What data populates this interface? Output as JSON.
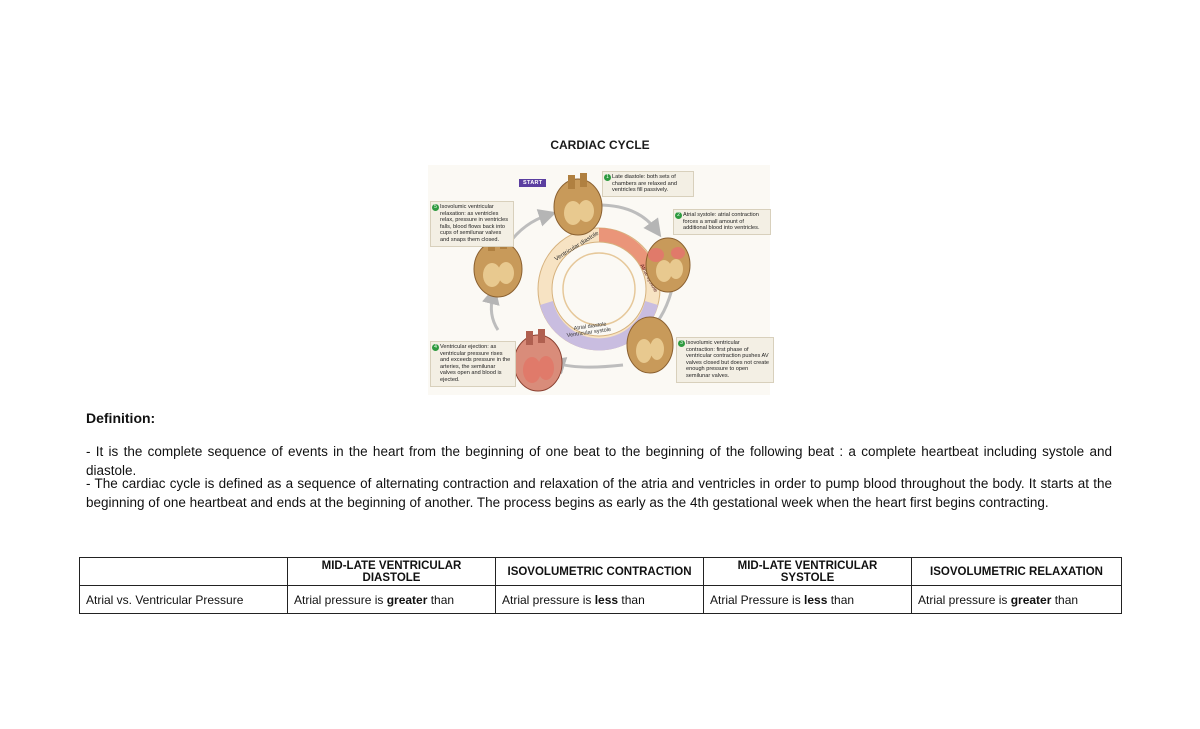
{
  "title": "CARDIAC CYCLE",
  "diagram": {
    "start_label": "START",
    "ring_labels": {
      "ventricular_diastole": "Ventricular diastole",
      "atrial_systole": "Atrial systole",
      "atrial_diastole": "Atrial diastole",
      "ventricular_systole": "Ventricular systole"
    },
    "steps": [
      {
        "num": "1",
        "text": "Late diastole: both sets of chambers are relaxed and ventricles fill passively."
      },
      {
        "num": "2",
        "text": "Atrial systole: atrial contraction forces a small amount of additional blood into ventricles."
      },
      {
        "num": "3",
        "text": "Isovolumic ventricular contraction: first phase of ventricular contraction pushes AV valves closed but does not create enough pressure to open semilunar valves."
      },
      {
        "num": "4",
        "text": "Ventricular ejection: as ventricular pressure rises and exceeds pressure in the arteries, the semilunar valves open and blood is ejected."
      },
      {
        "num": "5",
        "text": "Isovolumic ventricular relaxation: as ventricles relax, pressure in ventricles falls, blood flows back into cups of semilunar valves and snaps them closed."
      }
    ],
    "colors": {
      "heart": "#c89a5a",
      "contracting": "#e07a6a",
      "arrow": "#b5b5b5",
      "ring_outer": "#f2d3a6",
      "ring_purple": "#c9bde0"
    }
  },
  "definition": {
    "heading": "Definition:",
    "paragraphs": [
      "- It is the complete sequence of events in the heart from the beginning of one beat to the beginning of the following beat : a complete heartbeat including systole and diastole.",
      "- The cardiac cycle is defined as a sequence of alternating contraction and relaxation of the atria and ventricles in order to pump blood throughout the body. It starts at the beginning of one heartbeat and ends at the beginning of another. The process begins as early as the 4th gestational week when the heart first begins contracting."
    ]
  },
  "table": {
    "headers": [
      "",
      "MID-LATE VENTRICULAR DIASTOLE",
      "ISOVOLUMETRIC CONTRACTION",
      "MID-LATE VENTRICULAR SYSTOLE",
      "ISOVOLUMETRIC RELAXATION"
    ],
    "row_label": "Atrial vs. Ventricular Pressure",
    "cells": [
      {
        "pre": "Atrial pressure is ",
        "bold": "greater",
        "post": " than"
      },
      {
        "pre": "Atrial pressure is ",
        "bold": "less",
        "post": " than"
      },
      {
        "pre": "Atrial Pressure is ",
        "bold": "less",
        "post": " than"
      },
      {
        "pre": "Atrial pressure is ",
        "bold": "greater",
        "post": " than"
      }
    ]
  }
}
